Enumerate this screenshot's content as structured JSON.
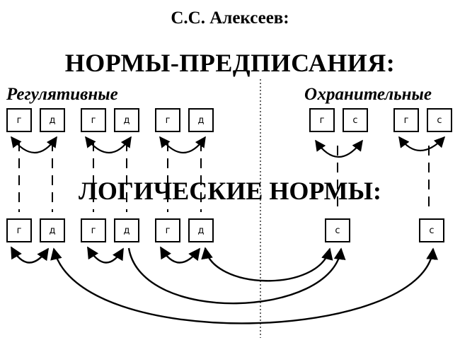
{
  "author": "С.С. Алексеев:",
  "heading": "НОРМЫ-ПРЕДПИСАНИЯ:",
  "logical_heading": "ЛОГИЧЕСКИЕ НОРМЫ:",
  "groups": {
    "regulative": "Регулятивные",
    "protective": "Охранительные"
  },
  "top_row": [
    "г",
    "д",
    "г",
    "д",
    "г",
    "д",
    "г",
    "с",
    "г",
    "с"
  ],
  "bottom_row": [
    "г",
    "д",
    "г",
    "д",
    "г",
    "д",
    "с",
    "с"
  ],
  "colors": {
    "stroke": "#000000",
    "background": "#ffffff"
  }
}
